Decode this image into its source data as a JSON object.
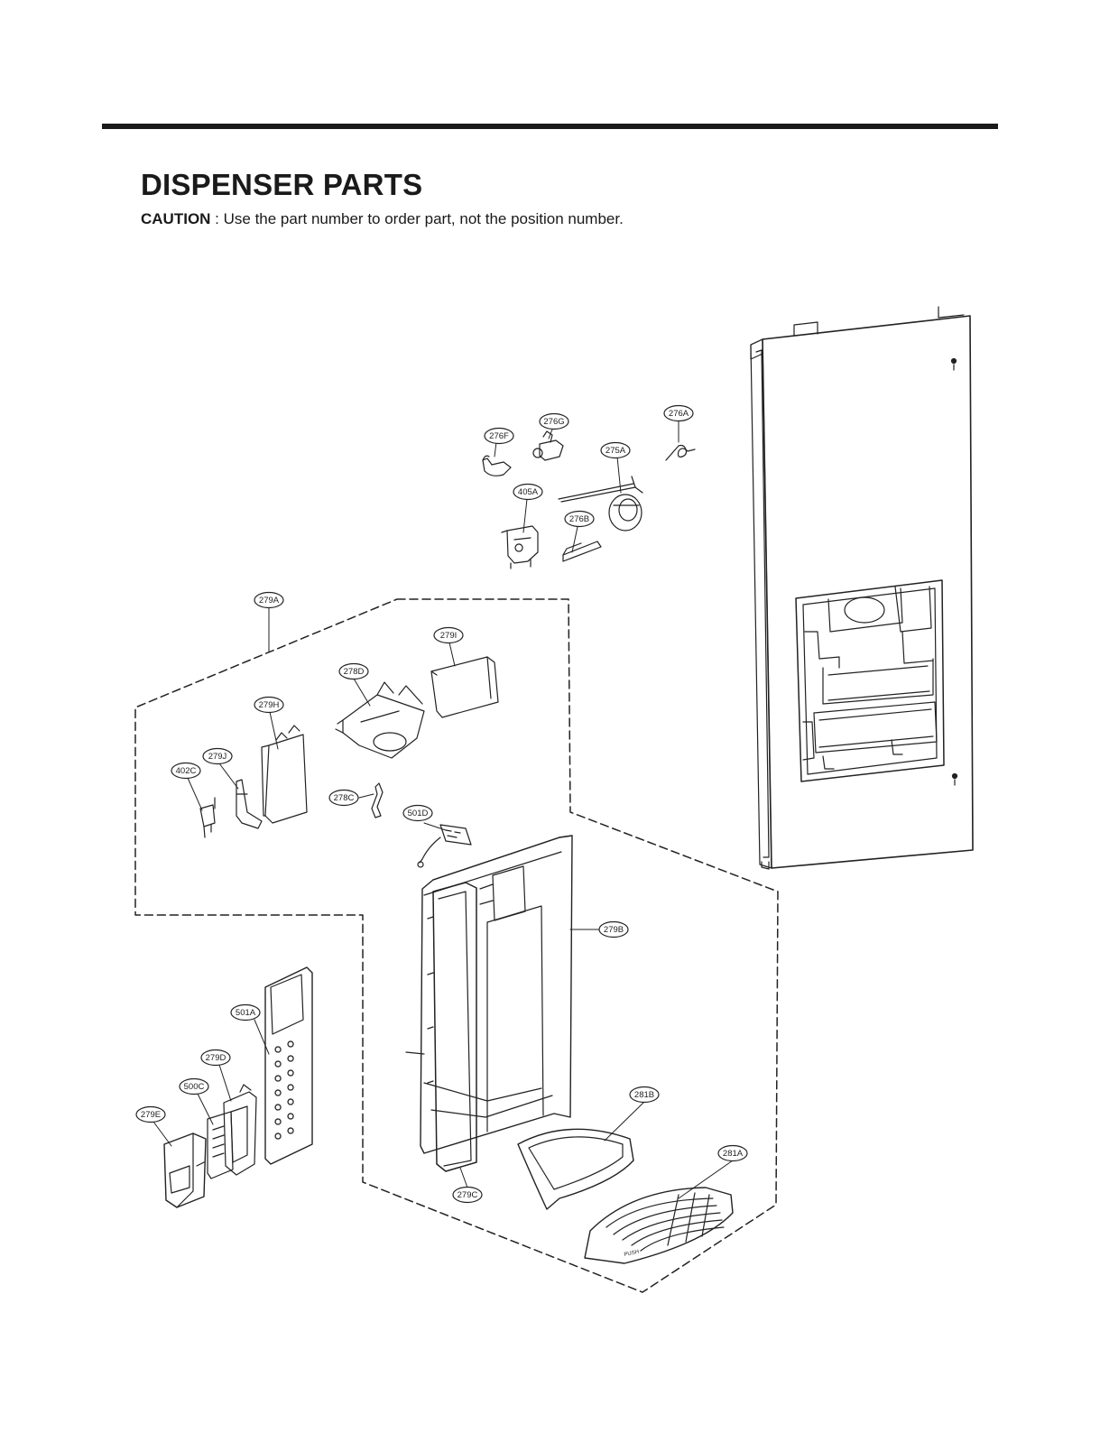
{
  "page": {
    "title": "DISPENSER PARTS",
    "caution_label": "CAUTION",
    "caution_text": " : Use the part number to order part, not the position number."
  },
  "labels": {
    "p276A": "276A",
    "p276G": "276G",
    "p276F": "276F",
    "p275A": "275A",
    "p405A": "405A",
    "p276B": "276B",
    "p279A": "279A",
    "p279I": "279I",
    "p278D": "278D",
    "p279H": "279H",
    "p279J": "279J",
    "p402C": "402C",
    "p278C": "278C",
    "p501D": "501D",
    "p279B": "279B",
    "p501A": "501A",
    "p279D": "279D",
    "p500C": "500C",
    "p279E": "279E",
    "p281B": "281B",
    "p281A": "281A",
    "p279C": "279C"
  },
  "drip_tray_grille_text": "PUSH"
}
